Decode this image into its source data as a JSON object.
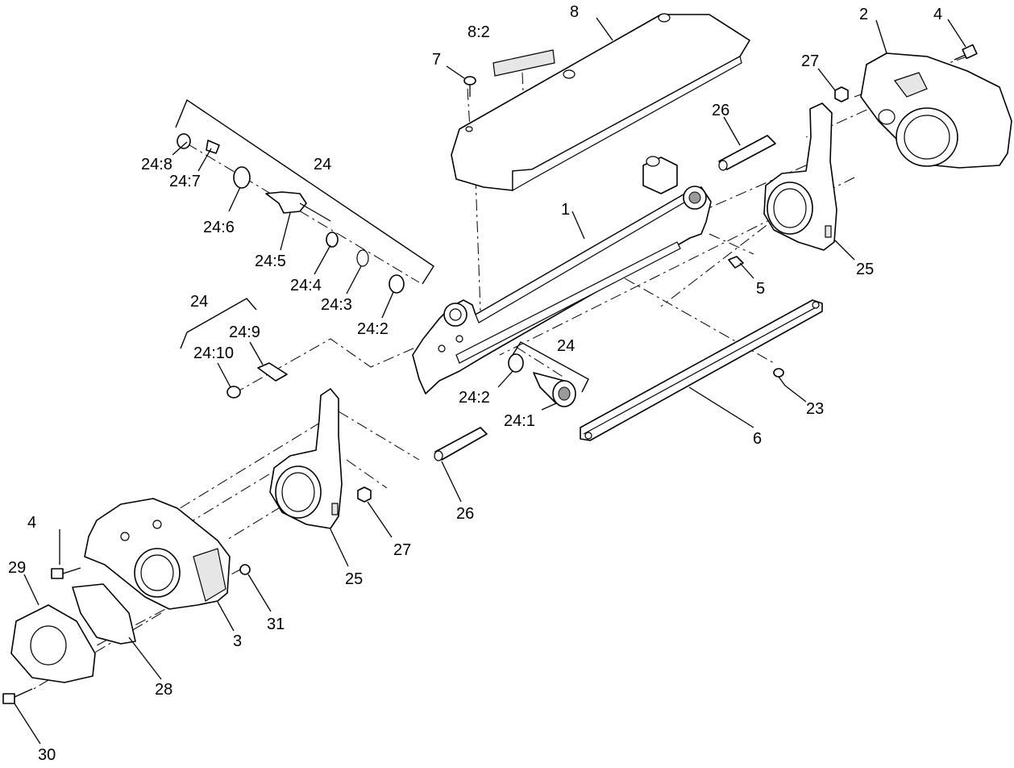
{
  "callouts": {
    "c1": "1",
    "c2": "2",
    "c3": "3",
    "c4_top": "4",
    "c4_left": "4",
    "c5": "5",
    "c6": "6",
    "c7": "7",
    "c8": "8",
    "c8_2": "8:2",
    "c23": "23",
    "c24_top": "24",
    "c24_small": "24",
    "c24_right": "24",
    "c24_1": "24:1",
    "c24_2_a": "24:2",
    "c24_2_b": "24:2",
    "c24_3": "24:3",
    "c24_4": "24:4",
    "c24_5": "24:5",
    "c24_6": "24:6",
    "c24_7": "24:7",
    "c24_8": "24:8",
    "c24_9": "24:9",
    "c24_10": "24:10",
    "c25_right": "25",
    "c25_left": "25",
    "c26_top": "26",
    "c26_bottom": "26",
    "c27_top": "27",
    "c27_bottom": "27",
    "c28": "28",
    "c29": "29",
    "c30": "30",
    "c31": "31"
  }
}
